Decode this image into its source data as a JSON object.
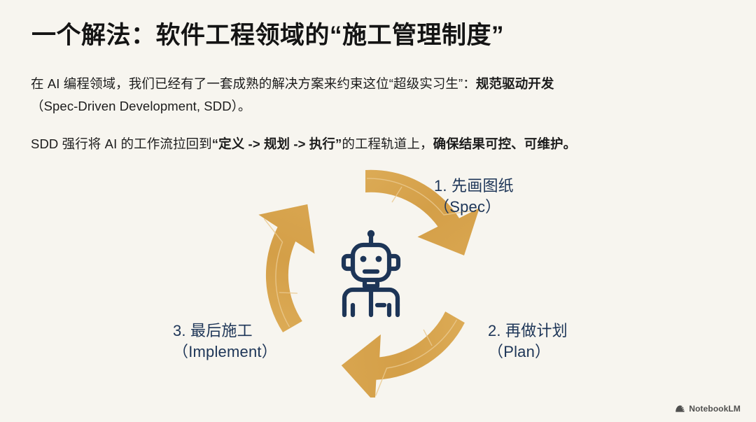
{
  "slide": {
    "title": "一个解法：软件工程领域的“施工管理制度”",
    "background_color": "#f7f5ef",
    "paragraphs": [
      {
        "id": "p1",
        "segments": [
          {
            "text": "在 AI 编程领域，我们已经有了一套成熟的解决方案来约束这位“超级实习生”：",
            "bold": false
          },
          {
            "text": "规范驱动开发",
            "bold": true
          },
          {
            "text": "（Spec-Driven Development, SDD）。",
            "bold": false
          }
        ]
      },
      {
        "id": "p2",
        "segments": [
          {
            "text": "SDD 强行将 AI 的工作流拉回到",
            "bold": false
          },
          {
            "text": "“定义 -> 规划 -> 执行”",
            "bold": true
          },
          {
            "text": "的工程轨道上，",
            "bold": false
          },
          {
            "text": "确保结果可控、可维护。",
            "bold": true
          }
        ]
      }
    ]
  },
  "diagram": {
    "type": "cycle",
    "center_icon": "robot-icon",
    "arrow_color": "#d7a css",
    "arrow_fill": "#d9a650",
    "label_color": "#1d3557",
    "steps": [
      {
        "number": "1.",
        "line1": "1. 先画图纸",
        "line2": "（Spec）"
      },
      {
        "number": "2.",
        "line1": "2. 再做计划",
        "line2": "（Plan）"
      },
      {
        "number": "3.",
        "line1": "3. 最后施工",
        "line2": "（Implement）"
      }
    ]
  },
  "watermark": {
    "label": "NotebookLM",
    "icon": "notebooklm-logo-icon"
  }
}
